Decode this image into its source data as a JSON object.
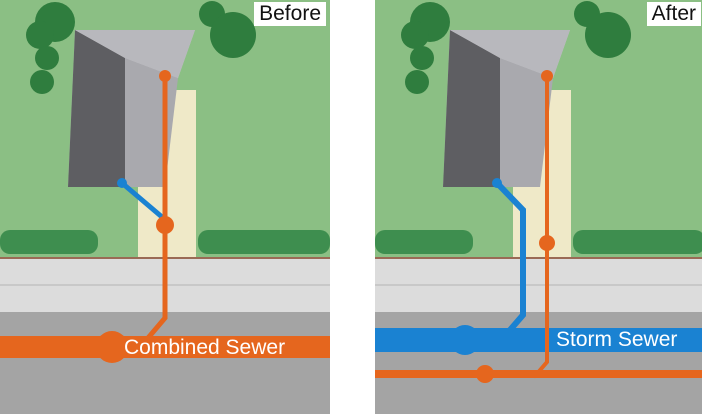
{
  "panels": {
    "before": {
      "label": "Before",
      "sewer_label": "Combined Sewer"
    },
    "after": {
      "label": "After",
      "sewer_label": "Storm Sewer"
    }
  },
  "colors": {
    "lawn": "#8bbf84",
    "house_roof_dark": "#5e5e62",
    "house_roof_light": "#a9a9ae",
    "house_roof_top": "#c6c6ca",
    "driveway": "#efe9c8",
    "sidewalk": "#dcdcdc",
    "road": "#a4a4a4",
    "hedge": "#3e8e4f",
    "tree": "#2f7d3e",
    "sewer_pipe": "#e5661e",
    "storm_pipe": "#1a82d2"
  },
  "icons": [
    "house-icon",
    "tree-icon",
    "hedge-icon"
  ]
}
